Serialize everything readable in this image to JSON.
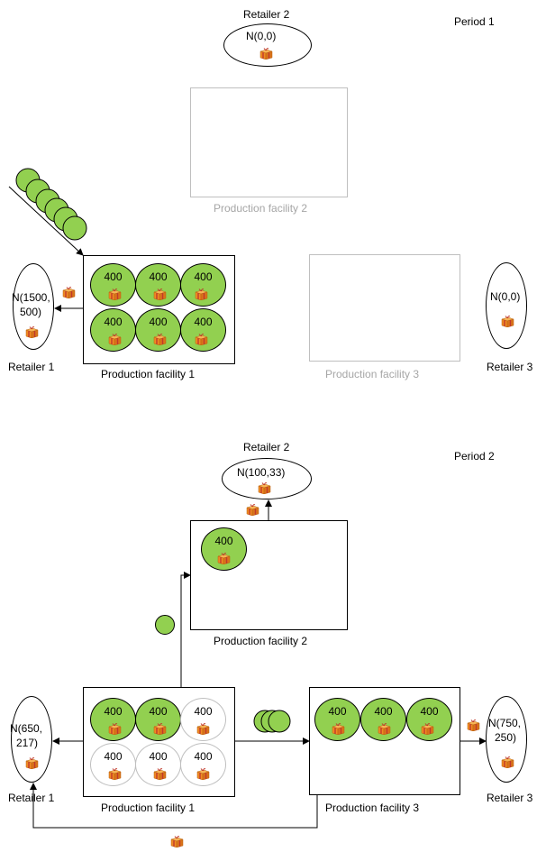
{
  "periods": [
    {
      "label": "Period 1",
      "retailer1": {
        "name": "Retailer 1",
        "state": "N(1500, 500)",
        "state_line1": "N(1500,",
        "state_line2": "500)"
      },
      "retailer2": {
        "name": "Retailer 2",
        "state": "N(0,0)"
      },
      "retailer3": {
        "name": "Retailer 3",
        "state": "N(0,0)"
      },
      "facility1": {
        "name": "Production facility 1",
        "units": [
          "400",
          "400",
          "400",
          "400",
          "400",
          "400"
        ]
      },
      "facility2": {
        "name": "Production facility 2",
        "units": []
      },
      "facility3": {
        "name": "Production facility 3",
        "units": []
      }
    },
    {
      "label": "Period 2",
      "retailer1": {
        "name": "Retailer 1",
        "state": "N(650, 217)",
        "state_line1": "N(650,",
        "state_line2": "217)"
      },
      "retailer2": {
        "name": "Retailer 2",
        "state": "N(100,33)"
      },
      "retailer3": {
        "name": "Retailer 3",
        "state": "N(750, 250)",
        "state_line1": "N(750,",
        "state_line2": "250)"
      },
      "facility1": {
        "name": "Production facility 1",
        "units": [
          "400",
          "400",
          "400",
          "400",
          "400",
          "400"
        ],
        "filled": [
          true,
          true,
          false,
          false,
          false,
          false
        ]
      },
      "facility2": {
        "name": "Production facility 2",
        "units": [
          "400"
        ]
      },
      "facility3": {
        "name": "Production facility 3",
        "units": [
          "400",
          "400",
          "400"
        ]
      }
    }
  ],
  "colors": {
    "full_unit": "#92d050",
    "inactive": "#bfbfbf",
    "gift_box": "#f08a24",
    "gift_ribbon": "#c0392b"
  },
  "icons": {
    "unit": "filled-circle",
    "product": "gift-box-icon"
  }
}
